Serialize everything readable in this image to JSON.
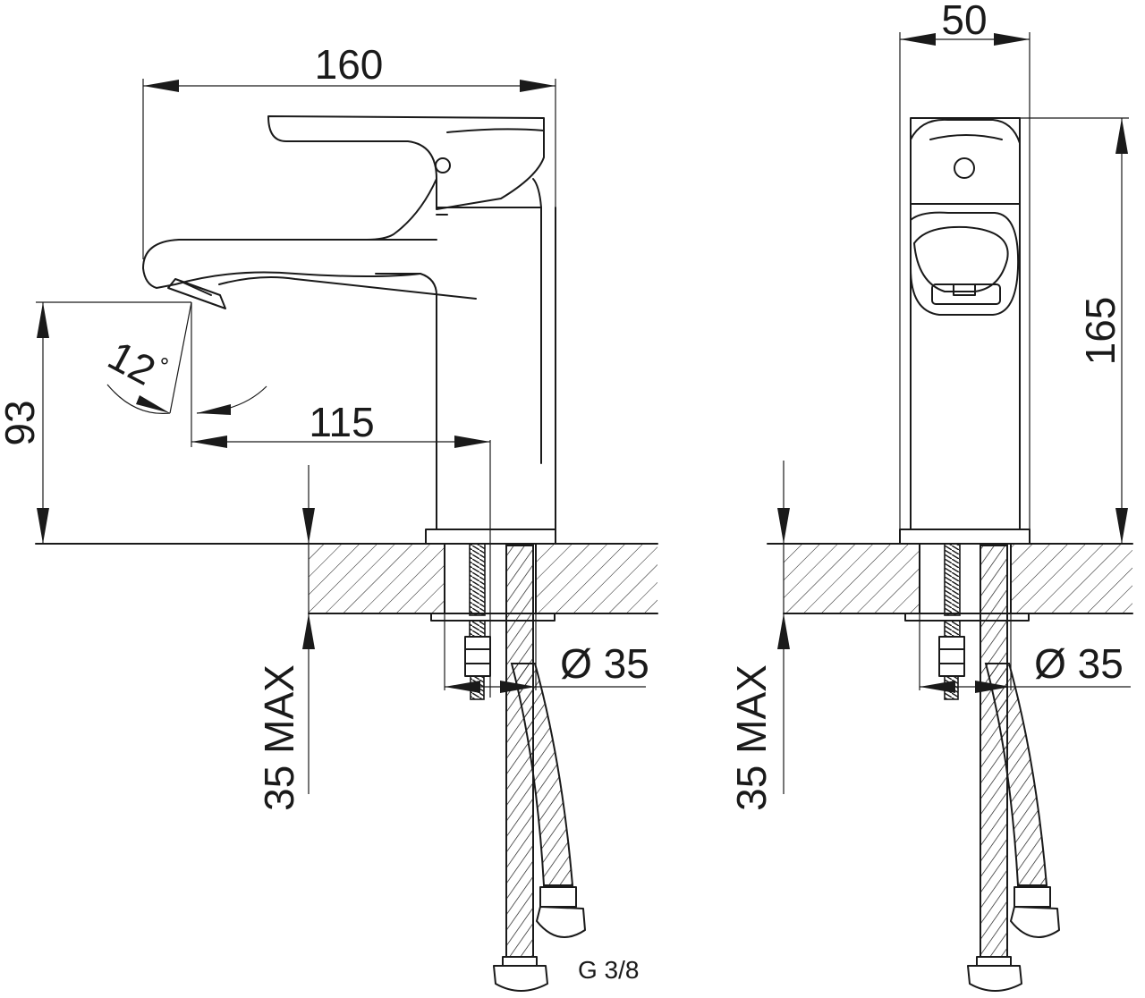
{
  "dimensions": {
    "width_front": "160",
    "width_side": "50",
    "height_side": "165",
    "spout_height": "93",
    "spout_reach": "115",
    "spout_angle": "12",
    "degree_symbol": "°",
    "diameter_left": "Ø 35",
    "diameter_right": "Ø 35",
    "max_thickness_left": "35 MAX",
    "max_thickness_right": "35 MAX",
    "thread_size": "G 3/8"
  }
}
